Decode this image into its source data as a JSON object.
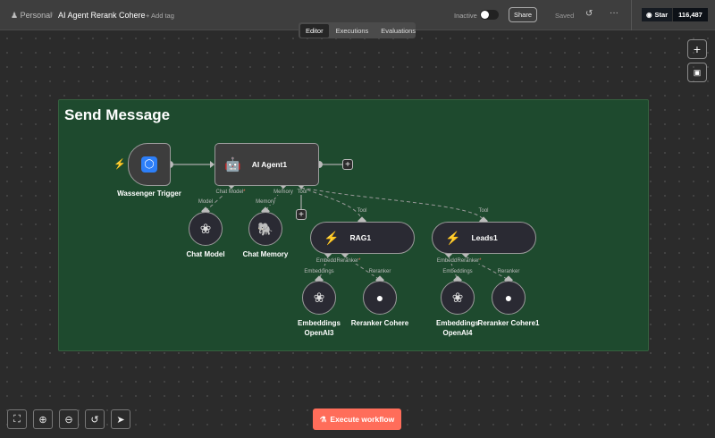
{
  "header": {
    "project": "Personal",
    "workflow_name": "AI Agent Rerank Cohere",
    "add_tag": "+ Add tag",
    "status_label": "Inactive",
    "share_label": "Share",
    "saved_label": "Saved",
    "github_star": "Star",
    "github_count": "116,487"
  },
  "tabs": [
    {
      "label": "Editor",
      "active": true
    },
    {
      "label": "Executions"
    },
    {
      "label": "Evaluations"
    }
  ],
  "note": {
    "title": "Send Message"
  },
  "nodes": {
    "trigger": "Wassenger Trigger",
    "agent": "AI Agent1",
    "chat_model": "Chat Model",
    "chat_memory": "Chat Memory",
    "rag": "RAG1",
    "leads": "Leads1",
    "emb1_l1": "Embeddings",
    "emb1_l2": "OpenAI3",
    "rer1": "Reranker Cohere",
    "emb2_l1": "Embeddings",
    "emb2_l2": "OpenAI4",
    "rer2": "Reranker Cohere1"
  },
  "ports": {
    "chat_model": "Chat Model",
    "memory": "Memory",
    "tool": "Tool",
    "model_in": "Model",
    "memory_in": "Memory",
    "tool_in": "Tool",
    "embed": "Embedd",
    "reranker": "Reranker",
    "embeddings_in": "Embeddings",
    "reranker_in": "Reranker",
    "required": "*"
  },
  "footer": {
    "execute_label": "Execute workflow"
  },
  "colors": {
    "accent": "#ff6d5a",
    "note_bg": "#1e4a2e"
  }
}
